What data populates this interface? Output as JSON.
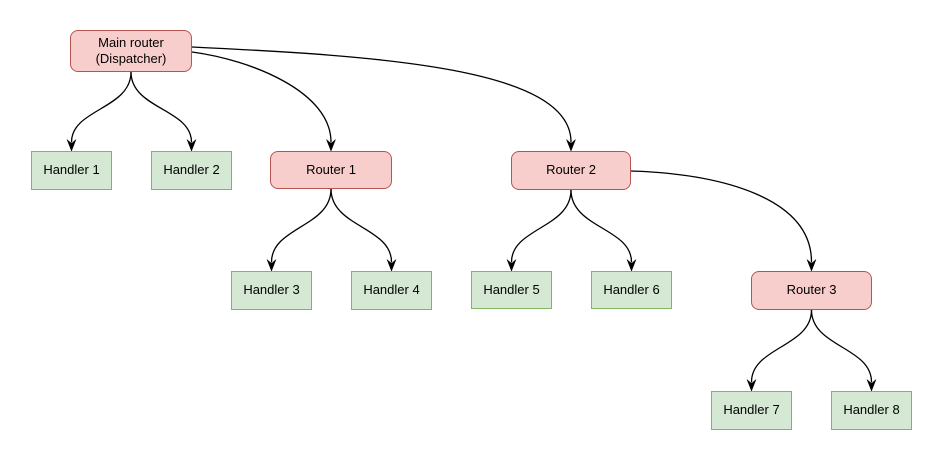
{
  "diagram": {
    "type": "flowchart-tree",
    "description": "Message routing tree: a main dispatcher router fans out to handlers and sub-routers"
  },
  "colors": {
    "background": "#ffffff",
    "text": "#000000",
    "edge": "#000000",
    "router_fill": "#f8cecc",
    "router_border": "#b85450",
    "handler_fill": "#d5e8d4",
    "handler_border": "#82b366"
  },
  "nodes": {
    "main_router": {
      "label": "Main router",
      "sublabel": "(Dispatcher)",
      "type": "router"
    },
    "handler1": {
      "label": "Handler 1",
      "type": "handler"
    },
    "handler2": {
      "label": "Handler 2",
      "type": "handler"
    },
    "router1": {
      "label": "Router 1",
      "type": "router"
    },
    "router2": {
      "label": "Router 2",
      "type": "router"
    },
    "handler3": {
      "label": "Handler 3",
      "type": "handler"
    },
    "handler4": {
      "label": "Handler 4",
      "type": "handler"
    },
    "handler5": {
      "label": "Handler 5",
      "type": "handler"
    },
    "handler6": {
      "label": "Handler 6",
      "type": "handler"
    },
    "router3": {
      "label": "Router 3",
      "type": "router"
    },
    "handler7": {
      "label": "Handler 7",
      "type": "handler"
    },
    "handler8": {
      "label": "Handler 8",
      "type": "handler"
    }
  },
  "edges": [
    {
      "from": "main_router",
      "to": "handler1"
    },
    {
      "from": "main_router",
      "to": "handler2"
    },
    {
      "from": "main_router",
      "to": "router1"
    },
    {
      "from": "main_router",
      "to": "router2"
    },
    {
      "from": "router1",
      "to": "handler3"
    },
    {
      "from": "router1",
      "to": "handler4"
    },
    {
      "from": "router2",
      "to": "handler5"
    },
    {
      "from": "router2",
      "to": "handler6"
    },
    {
      "from": "router2",
      "to": "router3"
    },
    {
      "from": "router3",
      "to": "handler7"
    },
    {
      "from": "router3",
      "to": "handler8"
    }
  ]
}
